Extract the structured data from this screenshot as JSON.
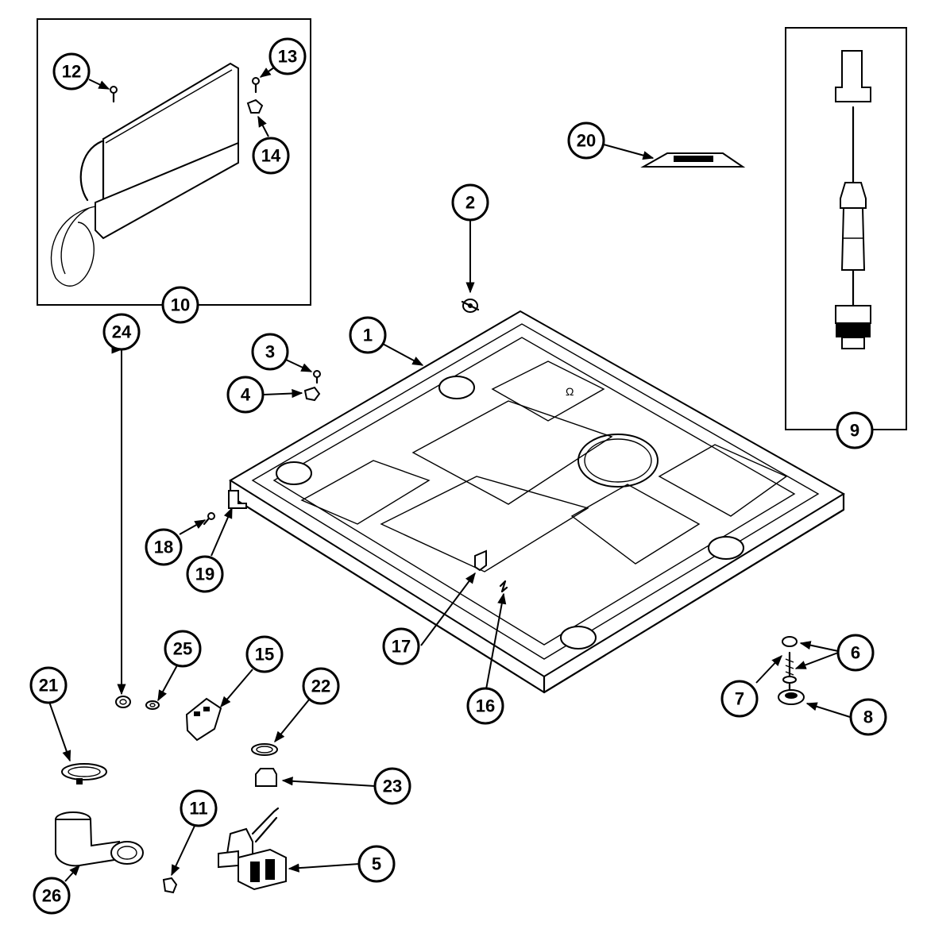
{
  "callouts": {
    "c1": "1",
    "c2": "2",
    "c3": "3",
    "c4": "4",
    "c5": "5",
    "c6": "6",
    "c7": "7",
    "c8": "8",
    "c9": "9",
    "c10": "10",
    "c11": "11",
    "c12": "12",
    "c13": "13",
    "c14": "14",
    "c15": "15",
    "c16": "16",
    "c17": "17",
    "c18": "18",
    "c19": "19",
    "c20": "20",
    "c21": "21",
    "c22": "22",
    "c23": "23",
    "c24": "24",
    "c25": "25",
    "c26": "26"
  },
  "glyphs": {
    "base_mark": "Ω"
  }
}
